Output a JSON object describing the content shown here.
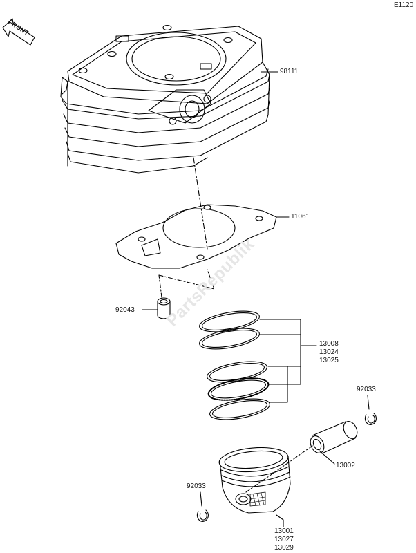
{
  "diagram_code": "E1120",
  "front_label": "FRONT",
  "watermark": "PartsRepublik",
  "parts": {
    "cylinder": "98111",
    "gasket": "11061",
    "dowel_pin": "92043",
    "rings": [
      "13008",
      "13024",
      "13025"
    ],
    "clip_right": "92033",
    "piston_pin": "13002",
    "clip_left": "92033",
    "piston": [
      "13001",
      "13027",
      "13029"
    ]
  }
}
